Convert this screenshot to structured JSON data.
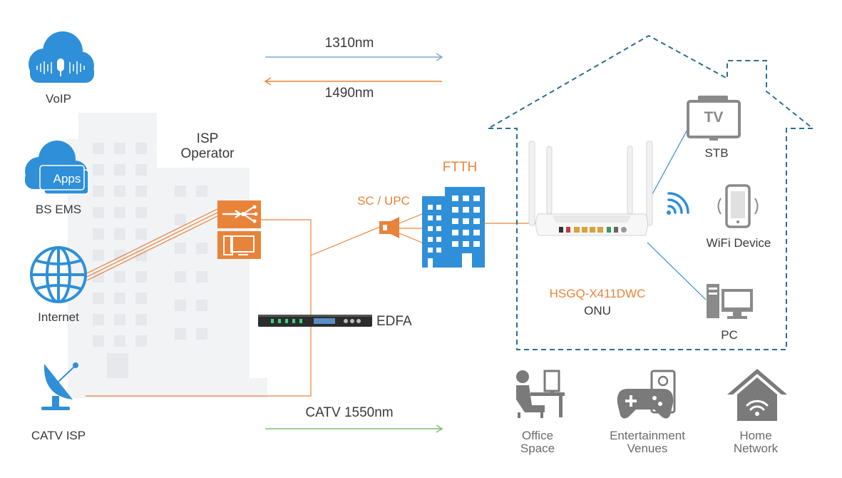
{
  "arrows": {
    "upstream_label": "1310nm",
    "downstream_label": "1490nm",
    "catv_label": "CATV 1550nm"
  },
  "left_column": {
    "voip": "VoIP",
    "apps_icon_text": "Apps",
    "bs_ems": "BS EMS",
    "internet": "Internet",
    "catv_isp": "CATV ISP"
  },
  "center": {
    "isp_line1": "ISP",
    "isp_line2": "Operator",
    "edfa": "EDFA",
    "connector": "SC / UPC",
    "ftth": "FTTH"
  },
  "house": {
    "onu_model": "HSGQ-X411DWC",
    "onu_label": "ONU",
    "tv_icon_text": "TV",
    "stb": "STB",
    "wifi_device": "WiFi Device",
    "pc": "PC"
  },
  "scenarios": [
    {
      "line1": "Office",
      "line2": "Space"
    },
    {
      "line1": "Entertainment",
      "line2": "Venues"
    },
    {
      "line1": "Home",
      "line2": "Network"
    }
  ],
  "colors": {
    "blue_icon": "#2f8fd8",
    "orange": "#e8833a",
    "house_dash": "#2b6f8e",
    "arrow_blue": "#7fa9cf",
    "arrow_green": "#7fbf6e",
    "scenario_gray": "#7a7a7a"
  }
}
